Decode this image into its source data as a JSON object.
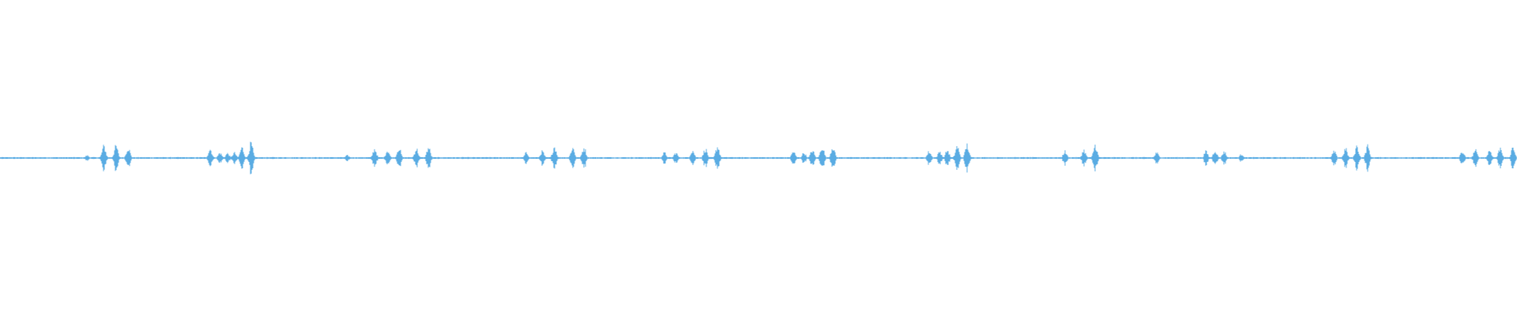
{
  "waveform": {
    "color": "#5aace3",
    "background": "#ffffff",
    "samples_per_second": 320,
    "duration_fraction_shown": 1.0,
    "bursts": [
      {
        "t": 0.0575,
        "amp": 0.01
      },
      {
        "t": 0.0685,
        "amp": 0.045
      },
      {
        "t": 0.0765,
        "amp": 0.045
      },
      {
        "t": 0.0845,
        "amp": 0.04
      },
      {
        "t": 0.1385,
        "amp": 0.035
      },
      {
        "t": 0.145,
        "amp": 0.02
      },
      {
        "t": 0.15,
        "amp": 0.018
      },
      {
        "t": 0.1545,
        "amp": 0.02
      },
      {
        "t": 0.1595,
        "amp": 0.04
      },
      {
        "t": 0.1655,
        "amp": 0.055
      },
      {
        "t": 0.229,
        "amp": 0.01
      },
      {
        "t": 0.247,
        "amp": 0.035
      },
      {
        "t": 0.2555,
        "amp": 0.03
      },
      {
        "t": 0.263,
        "amp": 0.04
      },
      {
        "t": 0.2745,
        "amp": 0.035
      },
      {
        "t": 0.2825,
        "amp": 0.04
      },
      {
        "t": 0.347,
        "amp": 0.02
      },
      {
        "t": 0.3575,
        "amp": 0.025
      },
      {
        "t": 0.3655,
        "amp": 0.045
      },
      {
        "t": 0.3775,
        "amp": 0.04
      },
      {
        "t": 0.385,
        "amp": 0.04
      },
      {
        "t": 0.438,
        "amp": 0.02
      },
      {
        "t": 0.4455,
        "amp": 0.02
      },
      {
        "t": 0.4565,
        "amp": 0.03
      },
      {
        "t": 0.465,
        "amp": 0.035
      },
      {
        "t": 0.473,
        "amp": 0.045
      },
      {
        "t": 0.523,
        "amp": 0.025
      },
      {
        "t": 0.53,
        "amp": 0.02
      },
      {
        "t": 0.5355,
        "amp": 0.03
      },
      {
        "t": 0.542,
        "amp": 0.045
      },
      {
        "t": 0.549,
        "amp": 0.045
      },
      {
        "t": 0.6125,
        "amp": 0.025
      },
      {
        "t": 0.6195,
        "amp": 0.025
      },
      {
        "t": 0.6245,
        "amp": 0.03
      },
      {
        "t": 0.631,
        "amp": 0.045
      },
      {
        "t": 0.6375,
        "amp": 0.05
      },
      {
        "t": 0.702,
        "amp": 0.025
      },
      {
        "t": 0.7145,
        "amp": 0.03
      },
      {
        "t": 0.722,
        "amp": 0.05
      },
      {
        "t": 0.7625,
        "amp": 0.02
      },
      {
        "t": 0.795,
        "amp": 0.025
      },
      {
        "t": 0.801,
        "amp": 0.03
      },
      {
        "t": 0.807,
        "amp": 0.025
      },
      {
        "t": 0.8185,
        "amp": 0.015
      },
      {
        "t": 0.8795,
        "amp": 0.025
      },
      {
        "t": 0.887,
        "amp": 0.035
      },
      {
        "t": 0.8945,
        "amp": 0.045
      },
      {
        "t": 0.9015,
        "amp": 0.045
      },
      {
        "t": 0.964,
        "amp": 0.025
      },
      {
        "t": 0.9725,
        "amp": 0.03
      },
      {
        "t": 0.982,
        "amp": 0.03
      },
      {
        "t": 0.989,
        "amp": 0.04
      },
      {
        "t": 0.9975,
        "amp": 0.04
      }
    ],
    "noise_floor": 0.003
  }
}
